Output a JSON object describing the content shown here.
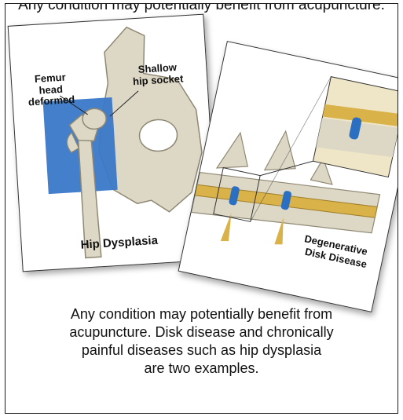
{
  "header": {
    "partial_text": "Any condition may potentially benefit from acupuncture."
  },
  "hip_card": {
    "femur_label_line1": "Femur",
    "femur_label_line2": "head",
    "femur_label_line3": "deformed",
    "socket_label_line1": "Shallow",
    "socket_label_line2": "hip socket",
    "title": "Hip Dysplasia",
    "highlight_color": "#3a78c8",
    "bone_color": "#ddd7c6"
  },
  "spine_card": {
    "label_line1": "Degenerative",
    "label_line2": "Disk Disease",
    "disk_color": "#2a6fc2",
    "cord_color": "#d9b24a"
  },
  "caption": {
    "line1": "Any condition may potentially benefit from",
    "line2": "acupuncture. Disk disease and chronically",
    "line3": "painful diseases such as hip dysplasia",
    "line4": "are two examples."
  }
}
